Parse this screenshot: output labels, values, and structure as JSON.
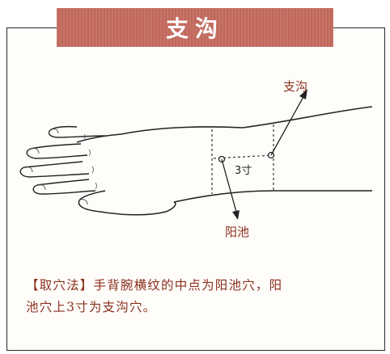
{
  "title": "支沟",
  "labels": {
    "zhigou": "支沟",
    "yangchi": "阳池",
    "distance": "3寸"
  },
  "method": {
    "line1": "【取穴法】手背腕横纹的中点为阳池穴，阳",
    "line2": "池穴上3寸为支沟穴。"
  }
}
